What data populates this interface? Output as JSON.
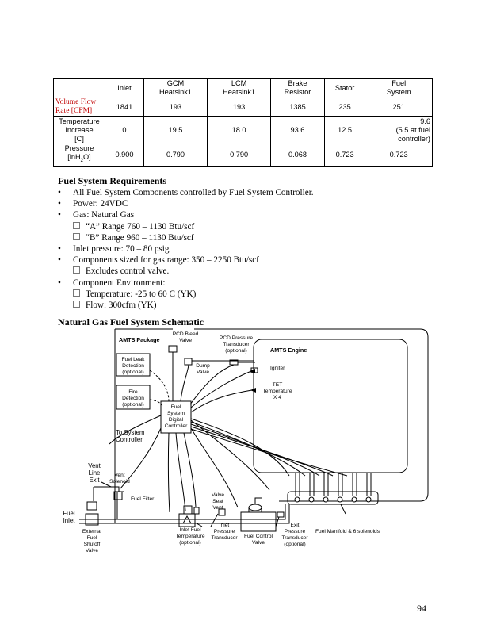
{
  "table": {
    "columns": [
      "",
      "Inlet",
      "GCM Heatsink1",
      "LCM Heatsink1",
      "Brake Resistor",
      "Stator",
      "Fuel System"
    ],
    "rows": [
      {
        "label": "Volume Flow Rate [CFM]",
        "values": [
          "1841",
          "193",
          "193",
          "1385",
          "235",
          "251"
        ]
      },
      {
        "label": "Temperature Increase [C]",
        "values": [
          "0",
          "19.5",
          "18.0",
          "93.6",
          "12.5",
          "9.6 (5.5 at fuel controller)"
        ]
      },
      {
        "label": "Pressure [inH2O]",
        "values": [
          "0.900",
          "0.790",
          "0.790",
          "0.068",
          "0.723",
          "0.723"
        ]
      }
    ]
  },
  "requirements": {
    "heading": "Fuel System Requirements",
    "items": [
      {
        "level": 1,
        "text": "All Fuel System Components controlled by Fuel System Controller."
      },
      {
        "level": 1,
        "text": "Power:  24VDC"
      },
      {
        "level": 1,
        "text": "Gas:  Natural Gas"
      },
      {
        "level": 2,
        "text": "“A” Range  760 – 1130 Btu/scf"
      },
      {
        "level": 2,
        "text": "“B” Range  960 – 1130 Btu/scf"
      },
      {
        "level": 1,
        "text": "Inlet pressure: 70 – 80 psig"
      },
      {
        "level": 1,
        "text": "Components sized for gas range: 350 – 2250 Btu/scf"
      },
      {
        "level": 2,
        "text": "Excludes control valve."
      },
      {
        "level": 1,
        "text": "Component Environment:"
      },
      {
        "level": 2,
        "text": "Temperature: -25 to 60 C (YK)"
      },
      {
        "level": 2,
        "text": "Flow:  300cfm (YK)"
      }
    ]
  },
  "schematic": {
    "heading": "Natural Gas Fuel System Schematic",
    "amts_package": "AMTS Package",
    "amts_engine": "AMTS Engine",
    "pcd_bleed": [
      "PCD Bleed",
      "Valve"
    ],
    "pcd_transducer": [
      "PCD Pressure",
      "Transducer",
      "(optional)"
    ],
    "fuel_leak": [
      "Fuel Leak",
      "Detection",
      "(optional)"
    ],
    "dump_valve": [
      "Dump",
      "Valve"
    ],
    "igniter": "Igniter",
    "tet": [
      "TET",
      "Temperature",
      "X 4"
    ],
    "fire": [
      "Fire",
      "Detection",
      "(optional)"
    ],
    "controller": [
      "Fuel",
      "System",
      "Digital",
      "Controller"
    ],
    "to_controller": [
      "To System",
      "Controller"
    ],
    "vent_line": [
      "Vent",
      "Line",
      "Exit"
    ],
    "vent_solenoid": [
      "Vent",
      "Solenoid"
    ],
    "fuel_filter": "Fuel Filter",
    "valve_seat": [
      "Valve",
      "Seat",
      "Vent"
    ],
    "fuel_inlet": [
      "Fuel",
      "Inlet"
    ],
    "external_valve": [
      "External",
      "Fuel",
      "Shutoff",
      "Valve"
    ],
    "inlet_temp": [
      "Inlet Fuel",
      "Temperature",
      "(optional)"
    ],
    "inlet_pressure": [
      "Inlet",
      "Pressure",
      "Transducer"
    ],
    "fuel_control": [
      "Fuel Control",
      "Valve"
    ],
    "exit_pressure": [
      "Exit",
      "Pressure",
      "Transducer",
      "(optional)"
    ],
    "manifold": "Fuel Manifold & 6 solenoids"
  },
  "page_number": "94"
}
